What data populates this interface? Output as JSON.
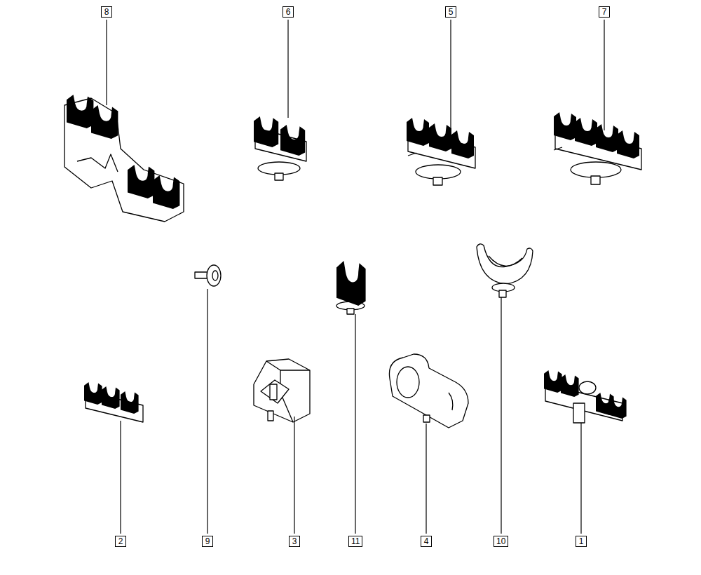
{
  "diagram": {
    "labels": [
      "8",
      "6",
      "5",
      "7",
      "2",
      "9",
      "3",
      "11",
      "4",
      "10",
      "1"
    ]
  }
}
